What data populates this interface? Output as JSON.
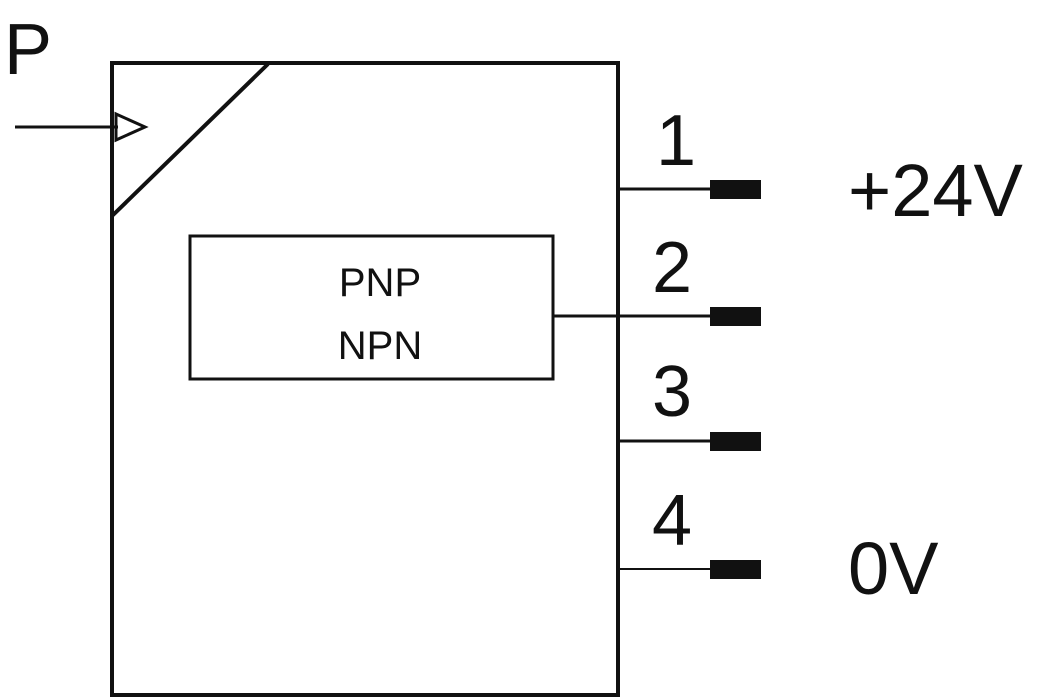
{
  "diagram": {
    "input_label": "P",
    "output_block": {
      "line1": "PNP",
      "line2": "NPN"
    },
    "pins": [
      {
        "number": "1",
        "label": "+24V"
      },
      {
        "number": "2",
        "label": ""
      },
      {
        "number": "3",
        "label": ""
      },
      {
        "number": "4",
        "label": "0V"
      }
    ]
  },
  "colors": {
    "stroke": "#111111",
    "background": "#ffffff"
  }
}
